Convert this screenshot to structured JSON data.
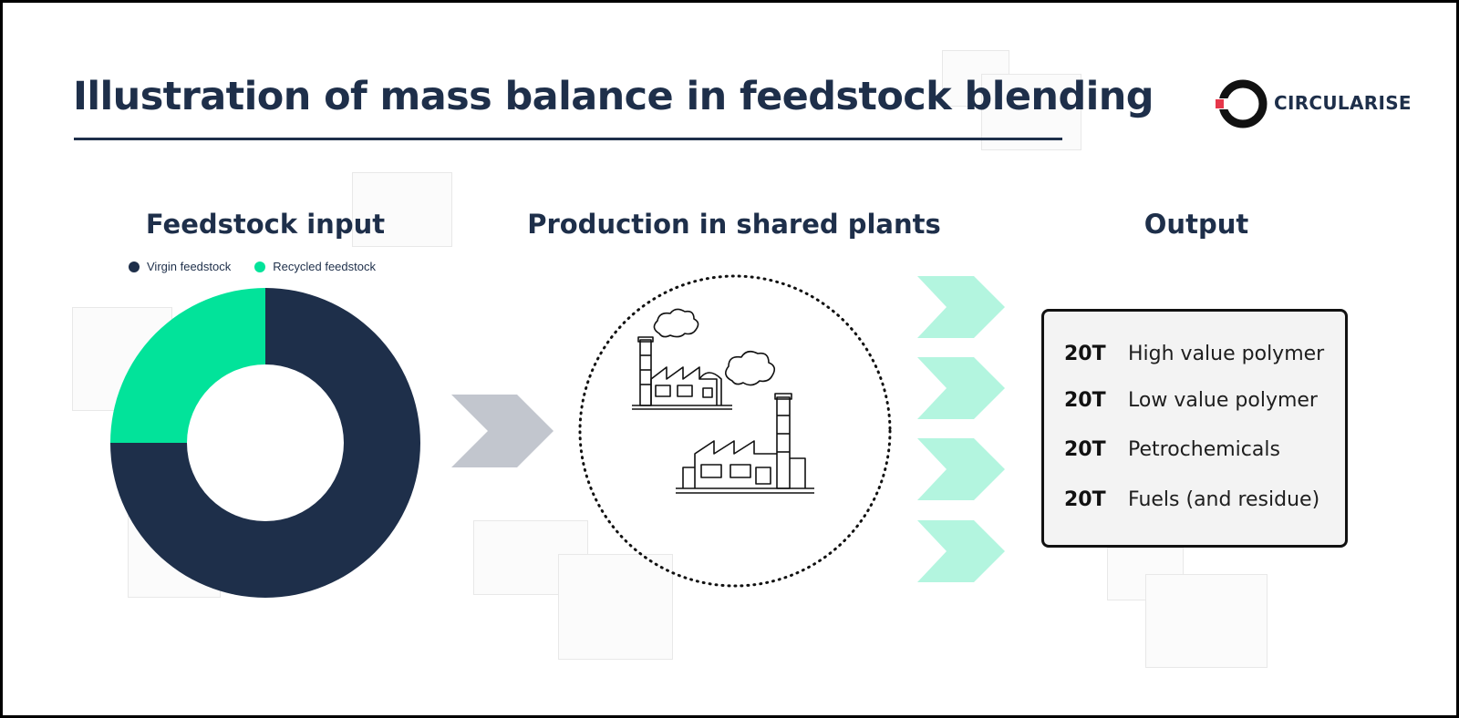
{
  "title": "Illustration of mass balance in feedstock blending",
  "logo": {
    "text": "CIRCULARISE",
    "icon": "circularise-ring-logo"
  },
  "sections": {
    "input": "Feedstock input",
    "production": "Production in shared plants",
    "output": "Output"
  },
  "colors": {
    "navy": "#1e2f4a",
    "green": "#02e39a",
    "light_green": "#b3f5df",
    "gray_arrow": "#c2c6ce",
    "logo_red": "#e6374a"
  },
  "chart_data": {
    "type": "pie",
    "donut": true,
    "legend_position": "top",
    "series": [
      {
        "name": "Virgin feedstock",
        "value": 75,
        "color": "#1e2f4a"
      },
      {
        "name": "Recycled feedstock",
        "value": 25,
        "color": "#02e39a"
      }
    ]
  },
  "illustration": {
    "icon": "factories-icon"
  },
  "outputs": [
    {
      "amount": "20T",
      "label": "High value polymer"
    },
    {
      "amount": "20T",
      "label": "Low value polymer"
    },
    {
      "amount": "20T",
      "label": "Petrochemicals"
    },
    {
      "amount": "20T",
      "label": "Fuels (and residue)"
    }
  ]
}
